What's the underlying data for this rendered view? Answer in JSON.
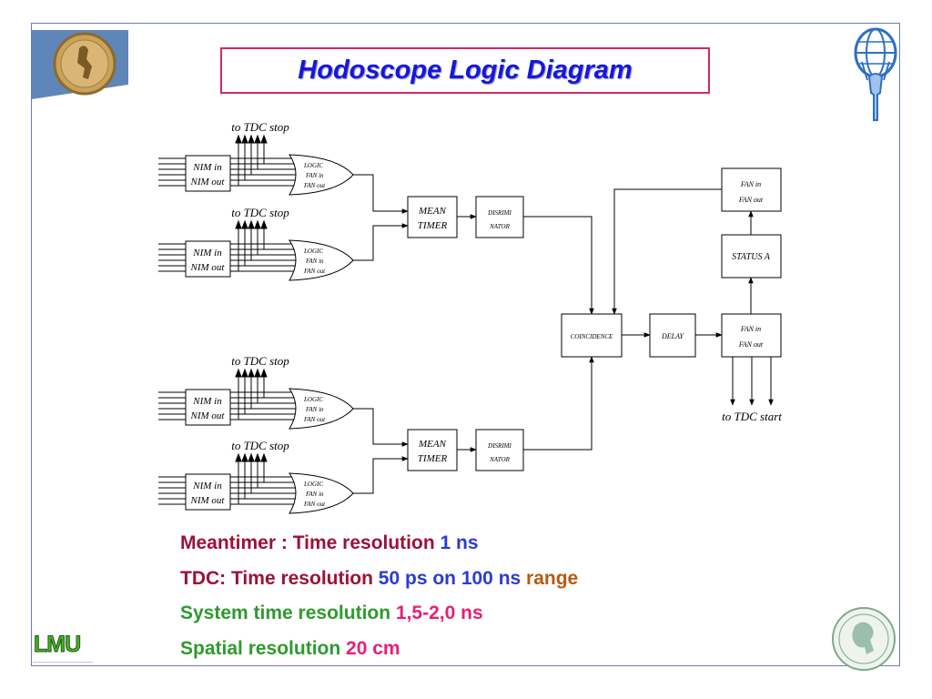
{
  "title": "Hodoscope Logic Diagram",
  "branding": {
    "university_logo_text": "LMU",
    "icons": [
      "medallion-logo",
      "atlas-figure-logo",
      "lmu-logo",
      "max-planck-seal"
    ]
  },
  "diagram": {
    "tdc_stop_label": "to TDC stop",
    "tdc_start_label": "to TDC start",
    "nim_in": "NIM in",
    "nim_out": "NIM out",
    "logic_label": "LOGIC",
    "fan_in": "FAN in",
    "fan_out": "FAN out",
    "mean": "MEAN",
    "timer": "TIMER",
    "discri_1": "DISRIMI",
    "discri_2": "NATOR",
    "coincidence": "COINCIDENCE",
    "delay": "DELAY",
    "status": "STATUS A"
  },
  "notes": {
    "line1": {
      "a": "Meantimer : Time resolution ",
      "b": "1 ns"
    },
    "line2": {
      "a": "TDC: Time resolution ",
      "b": "50 ps on 100 ns ",
      "c": "range"
    },
    "line3": {
      "a": "System time resolution ",
      "b": "1,5-2,0 ns"
    },
    "line4": {
      "a": "Spatial resolution ",
      "b": "20 cm"
    }
  }
}
